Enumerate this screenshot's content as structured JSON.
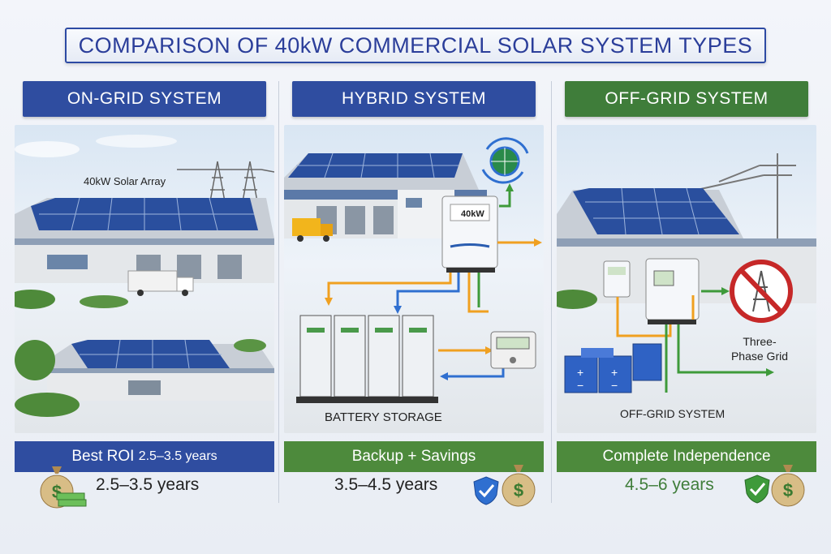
{
  "page": {
    "title": "COMPARISON OF 40kW COMMERCIAL SOLAR SYSTEM TYPES"
  },
  "columns": [
    {
      "header": "ON-GRID SYSTEM",
      "header_color": "#2f4da0",
      "array_label": "40kW Solar Array",
      "band_text": "Best ROI",
      "band_sub": "2.5–3.5 years",
      "band_color": "#2f4da0",
      "payback": "2.5–3.5 years"
    },
    {
      "header": "HYBRID SYSTEM",
      "header_color": "#2f4da0",
      "inverter_label": "40kW",
      "storage_label": "BATTERY STORAGE",
      "band_text": "Backup + Savings",
      "band_color": "#4d8a3c",
      "payback": "3.5–4.5 years"
    },
    {
      "header": "OFF-GRID SYSTEM",
      "header_color": "#3f7d3a",
      "grid_label": "Three-Phase Grid",
      "system_label": "OFF-GRID SYSTEM",
      "band_text": "Complete Independence",
      "band_color": "#4d8a3c",
      "payback": "4.5–6 years"
    }
  ],
  "colors": {
    "title_text": "#2b3e9a",
    "arrow_orange": "#f0a020",
    "arrow_blue": "#2f6fd0",
    "arrow_green": "#3e9a3a",
    "no_grid_red": "#c62828"
  },
  "icons": [
    "money-bag-icon",
    "cash-stack-icon",
    "shield-check-icon",
    "grid-tower-icon",
    "refresh-globe-icon",
    "no-grid-icon"
  ]
}
